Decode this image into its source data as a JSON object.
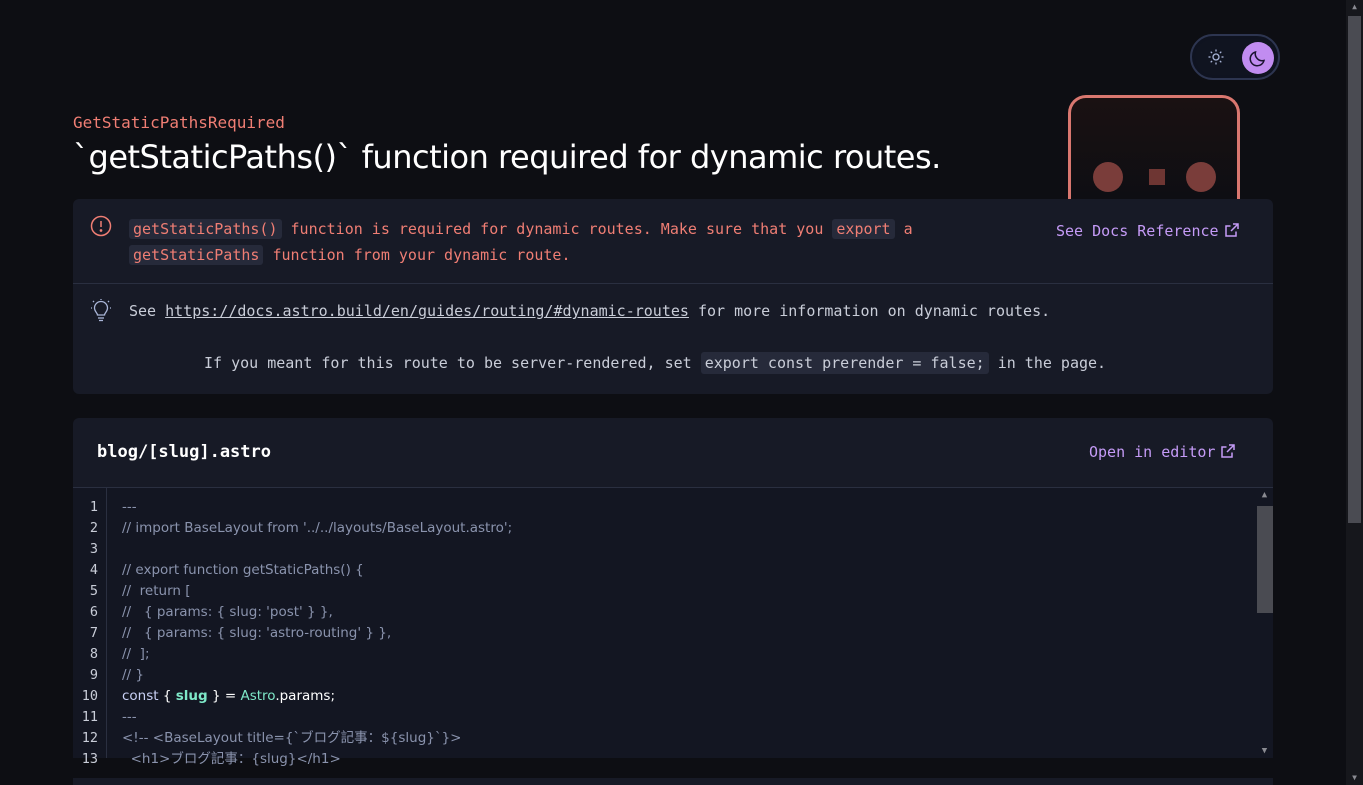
{
  "error": {
    "name": "GetStaticPathsRequired",
    "title": "`getStaticPaths()` function required for dynamic routes."
  },
  "message": {
    "code1": "getStaticPaths()",
    "text1": " function is required for dynamic routes. Make sure that you ",
    "code2": "export",
    "text2": " a ",
    "code3": "getStaticPaths",
    "text3": " function from your dynamic route.",
    "docs_link": "See Docs Reference"
  },
  "hint": {
    "prefix": "See ",
    "url": "https://docs.astro.build/en/guides/routing/#dynamic-routes",
    "suffix": " for more information on dynamic routes.",
    "line2_prefix": "If you meant for this route to be server-rendered, set ",
    "line2_code": "export const prerender = false;",
    "line2_suffix": " in the page."
  },
  "code_panel": {
    "file_name": "blog/[slug].astro",
    "editor_link": "Open in editor",
    "lines": [
      {
        "n": "1",
        "text": "---"
      },
      {
        "n": "2",
        "text": "// import BaseLayout from '../../layouts/BaseLayout.astro';"
      },
      {
        "n": "3",
        "text": ""
      },
      {
        "n": "4",
        "text": "// export function getStaticPaths() {"
      },
      {
        "n": "5",
        "text": "//  return ["
      },
      {
        "n": "6",
        "text": "//   { params: { slug: 'post' } },"
      },
      {
        "n": "7",
        "text": "//   { params: { slug: 'astro-routing' } },"
      },
      {
        "n": "8",
        "text": "//  ];"
      },
      {
        "n": "9",
        "text": "// }"
      },
      {
        "n": "10",
        "kw": "const",
        "open": " { ",
        "var": "slug",
        "close": " } = ",
        "obj": "Astro",
        "prop": ".params;"
      },
      {
        "n": "11",
        "text": "---"
      },
      {
        "n": "12",
        "text": "<!-- <BaseLayout title={`ブログ記事：${slug}`}>"
      },
      {
        "n": "13",
        "text": "  <h1>ブログ記事：{slug}</h1>"
      }
    ]
  },
  "theme": {
    "light_icon": "sun-icon",
    "dark_icon": "moon-icon",
    "active": "dark"
  },
  "colors": {
    "accent": "#c18cf0",
    "error": "#f07e74",
    "background": "#0d0e13",
    "panel": "#171a26"
  }
}
